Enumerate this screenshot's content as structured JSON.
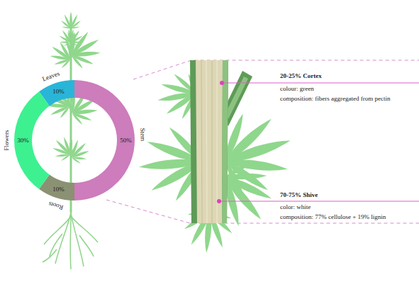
{
  "diagram": {
    "nodes": [
      {
        "text": [
          "Leaves",
          "10%"
        ]
      },
      {
        "text": [
          "Stem",
          "50%"
        ]
      },
      {
        "text": [
          "Roots",
          "10%"
        ]
      },
      {
        "text": [
          "Flowers",
          "30%"
        ]
      }
    ],
    "labels": [
      "20-25% Cortex",
      "colour: green",
      "composition: fibers aggregated from pectin",
      "70-75% Shive",
      "color: white",
      "composition: 77% cellulose + 19% lignin"
    ]
  }
}
